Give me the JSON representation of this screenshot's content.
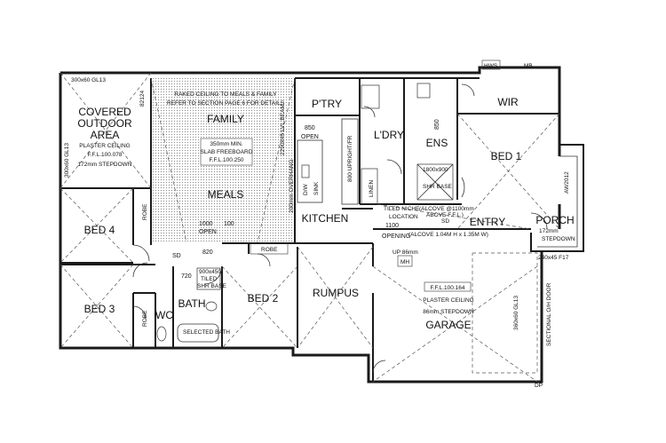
{
  "rooms": {
    "covered_outdoor_1": "COVERED",
    "covered_outdoor_2": "OUTDOOR",
    "covered_outdoor_3": "AREA",
    "family": "FAMILY",
    "meals": "MEALS",
    "kitchen": "KITCHEN",
    "pantry": "P'TRY",
    "laundry": "L'DRY",
    "ensuite": "ENS",
    "wir": "WIR",
    "bed1": "BED 1",
    "bed2": "BED 2",
    "bed3": "BED 3",
    "bed4": "BED 4",
    "bath": "BATH",
    "wc": "WC",
    "rumpus": "RUMPUS",
    "garage": "GARAGE",
    "entry": "ENTRY",
    "porch": "PORCH"
  },
  "notes": {
    "outdoor_beam": "300x60 GL13",
    "outdoor_ceiling": "PLASTER CEILING",
    "outdoor_ffl": "F.F.L.100.078",
    "outdoor_stepdown": "172mm STEPDOWN",
    "outdoor_side_beam": "300x60 GL13",
    "raked_1": "RAKED CEILING TO MEALS & FAMILY",
    "raked_2": "REFER TO SECTION PAGE 6 FOR DETAILS",
    "slab_1": "350mm MIN.",
    "slab_2": "SLAB FREEBOARD",
    "slab_3": "F.F.L.100.250",
    "beam_vertical": "2290x45 LVL BEAM",
    "overhang": "200mm OVERHANG",
    "upright": "800 UPRIGHT/FR",
    "dw": "D/W",
    "sink": "SINK",
    "open_850": "850",
    "open_label": "OPEN",
    "meals_open": "1000",
    "meals_open_label": "OPEN",
    "meals_100": "100",
    "linen": "LINEN",
    "ens_850": "850",
    "shower": "1800x900",
    "shr_base": "SHR BASE",
    "tiled_niche": "TILED NICHE",
    "alcove": "(ALCOVE @1100mm",
    "above_ffl": "ABOVE F.F.L.)",
    "location": "LOCATION",
    "sd": "SD",
    "opening_1100": "1100",
    "opening_label": "OPENING",
    "alcove2": "(ALCOVE 1.04M H x 1.35M W)",
    "mh": "MH",
    "up_86": "UP 86mm",
    "garage_ffl": "F.F.L.100.164",
    "garage_ceiling": "PLASTER CEILING",
    "garage_stepdown": "86mm STEPDOWN",
    "garage_beam": "360x60 GL13",
    "oh_door": "SECTIONAL O/H DOOR",
    "porch_stepdown": "172mm",
    "porch_stepdown_2": "STEPDOWN",
    "porch_beam": "240x45 F17",
    "aw": "AW2012",
    "hws": "HWS",
    "mb": "MB",
    "dp": "DP",
    "robe": "ROBE",
    "robe2": "ROBE",
    "robe3": "ROBE",
    "bath_label": "SELECTED BATH",
    "vanity": "900x450",
    "vanity2": "TILED",
    "vanity3": "SHR BASE",
    "door_820": "820",
    "door_720": "720",
    "sd2": "SD",
    "vert_beam": "82124"
  }
}
